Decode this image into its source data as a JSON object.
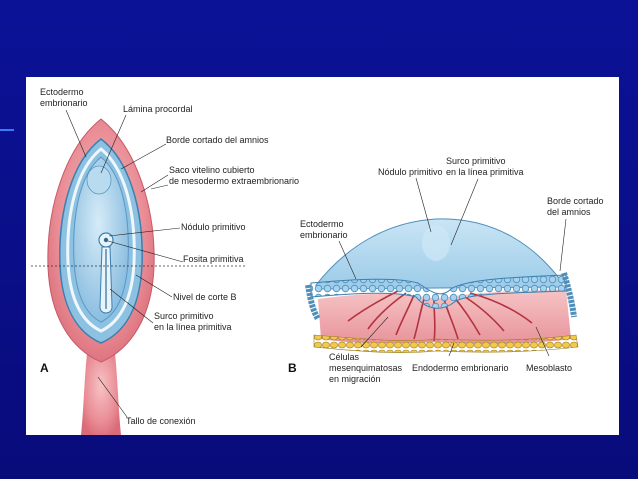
{
  "labels": {
    "ectodermo_a_1": "Ectodermo",
    "ectodermo_a_2": "embrionario",
    "lamina_procordal": "Lámina procordal",
    "borde_cortado_a": "Borde cortado del amnios",
    "saco_vitelino_1": "Saco vitelino cubierto",
    "saco_vitelino_2": "de mesodermo extraembrionario",
    "nodulo_primitivo_a": "Nódulo primitivo",
    "fosita_primitiva": "Fosita primitiva",
    "nivel_corte": "Nivel de corte B",
    "surco_a_1": "Surco primitivo",
    "surco_a_2": "en la línea primitiva",
    "tallo_conexion": "Tallo de conexión",
    "nodulo_primitivo_b": "Nódulo primitivo",
    "surco_b_1": "Surco primitivo",
    "surco_b_2": "en la línea primitiva",
    "ectodermo_b_1": "Ectodermo",
    "ectodermo_b_2": "embrionario",
    "borde_cortado_b_1": "Borde cortado",
    "borde_cortado_b_2": "del amnios",
    "celulas_1": "Células",
    "celulas_2": "mesenquimatosas",
    "celulas_3": "en migración",
    "endodermo": "Endodermo embrionario",
    "mesoblasto": "Mesoblasto"
  },
  "panel_letters": {
    "a": "A",
    "b": "B"
  },
  "colors": {
    "background": "#0a0f8c",
    "panel": "#ffffff",
    "amnion_blue": "#a9d4ec",
    "embryo_blue": "#7fb6dc",
    "tissue_pink": "#e98b94",
    "cell_yellow": "#f2c94a"
  }
}
